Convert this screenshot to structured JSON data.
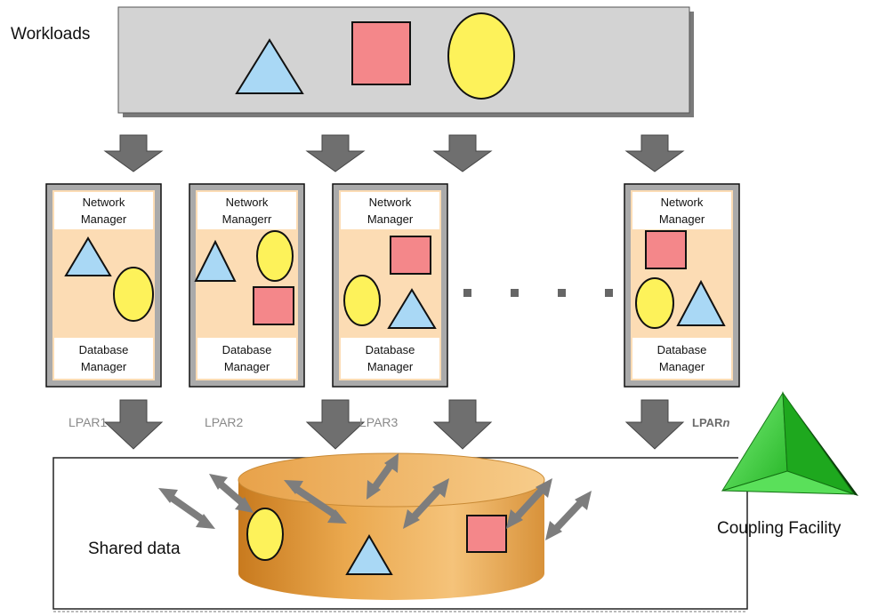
{
  "workloads": {
    "label": "Workloads",
    "shapes": [
      "triangle",
      "square",
      "ellipse"
    ]
  },
  "lpars": [
    {
      "name": "LPAR1",
      "network_manager": "Network\nManager",
      "database_manager": "Database\nManager",
      "shapes": [
        "triangle",
        "ellipse"
      ]
    },
    {
      "name": "LPAR2",
      "network_manager": "Network\nManagerr",
      "database_manager": "Database\nManager",
      "shapes": [
        "triangle",
        "ellipse",
        "square"
      ]
    },
    {
      "name": "LPAR3",
      "network_manager": "Network\nManager",
      "database_manager": "Database\nManager",
      "shapes": [
        "square",
        "ellipse",
        "triangle"
      ]
    },
    {
      "name": "LPAR",
      "name_suffix": "n",
      "network_manager": "Network\nManager",
      "database_manager": "Database\nManager",
      "shapes": [
        "square",
        "ellipse",
        "triangle"
      ]
    }
  ],
  "ellipsis": "· · · ·",
  "shared_data": {
    "label": "Shared data",
    "shapes": [
      "ellipse",
      "triangle",
      "square"
    ]
  },
  "coupling_facility": {
    "label": "Coupling Facility",
    "icon": "green-pyramid-icon"
  },
  "colors": {
    "triangle": "#a9d8f5",
    "square": "#f4878a",
    "ellipse": "#fdf25a",
    "workload_panel": "#d3d3d3",
    "lpar_fill": "#fcdcb4",
    "arrow": "#6f6f6f",
    "cylinder": "#e6a24a",
    "pyramid": "#3ed63e"
  }
}
